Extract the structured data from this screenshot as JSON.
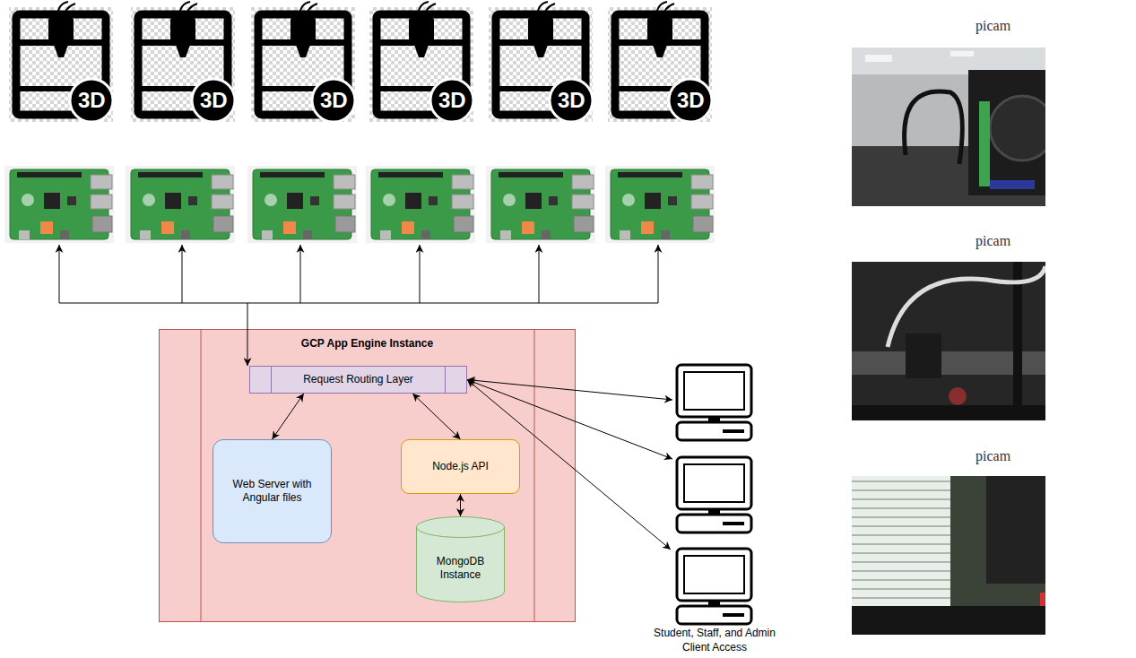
{
  "diagram": {
    "nodes": [
      {
        "text": [
          "GCP App Engine Instance"
        ]
      },
      {
        "text": [
          "Request Routing Layer"
        ],
        "in": 0
      },
      {
        "text": [
          "Web Server with Angular files"
        ],
        "in": 0
      },
      {
        "text": [
          "Node.js API"
        ],
        "in": 0
      },
      {
        "text": [
          "MongoDB Instance"
        ],
        "in": 0
      }
    ],
    "edges": [
      {
        "from": 1,
        "to": 2,
        "arrow": "both"
      },
      {
        "from": 1,
        "to": 3,
        "arrow": "both"
      },
      {
        "from": 3,
        "to": 4,
        "arrow": "both"
      }
    ],
    "labels": [
      "3D",
      "3D",
      "3D",
      "3D",
      "3D",
      "3D",
      "picam",
      "picam",
      "picam",
      "Student, Staff, and Admin Client Access"
    ]
  }
}
